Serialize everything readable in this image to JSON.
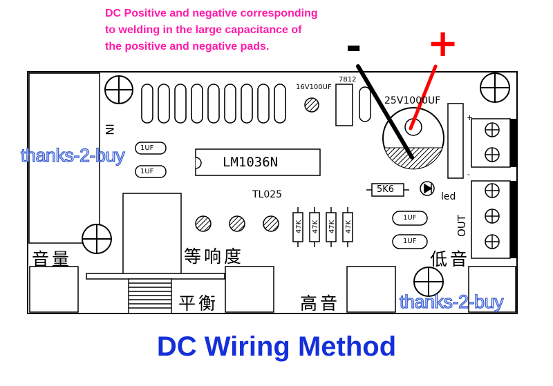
{
  "note": {
    "line1": "DC Positive and negative corresponding",
    "line2": "to welding in the large capacitance of",
    "line3": "the positive and negative pads."
  },
  "signs": {
    "minus": "-",
    "plus": "+"
  },
  "board": {
    "ic": "LM1036N",
    "ic2": "TL025",
    "reg": "7812",
    "cap_small": "16V100UF",
    "cap_large": "25V1000UF",
    "resistor": "5K6",
    "led": "led",
    "r47k": "47K",
    "cap_1uf": "1UF",
    "in_label": "IN",
    "out_label": "OUT",
    "plus_mark": "+",
    "minus_mark": "-",
    "cn_volume": "音量",
    "cn_loudness": "等响度",
    "cn_balance": "平衡",
    "cn_treble": "高音",
    "cn_bass": "低音"
  },
  "watermark": "thanks-2-buy",
  "title": "DC Wiring Method"
}
